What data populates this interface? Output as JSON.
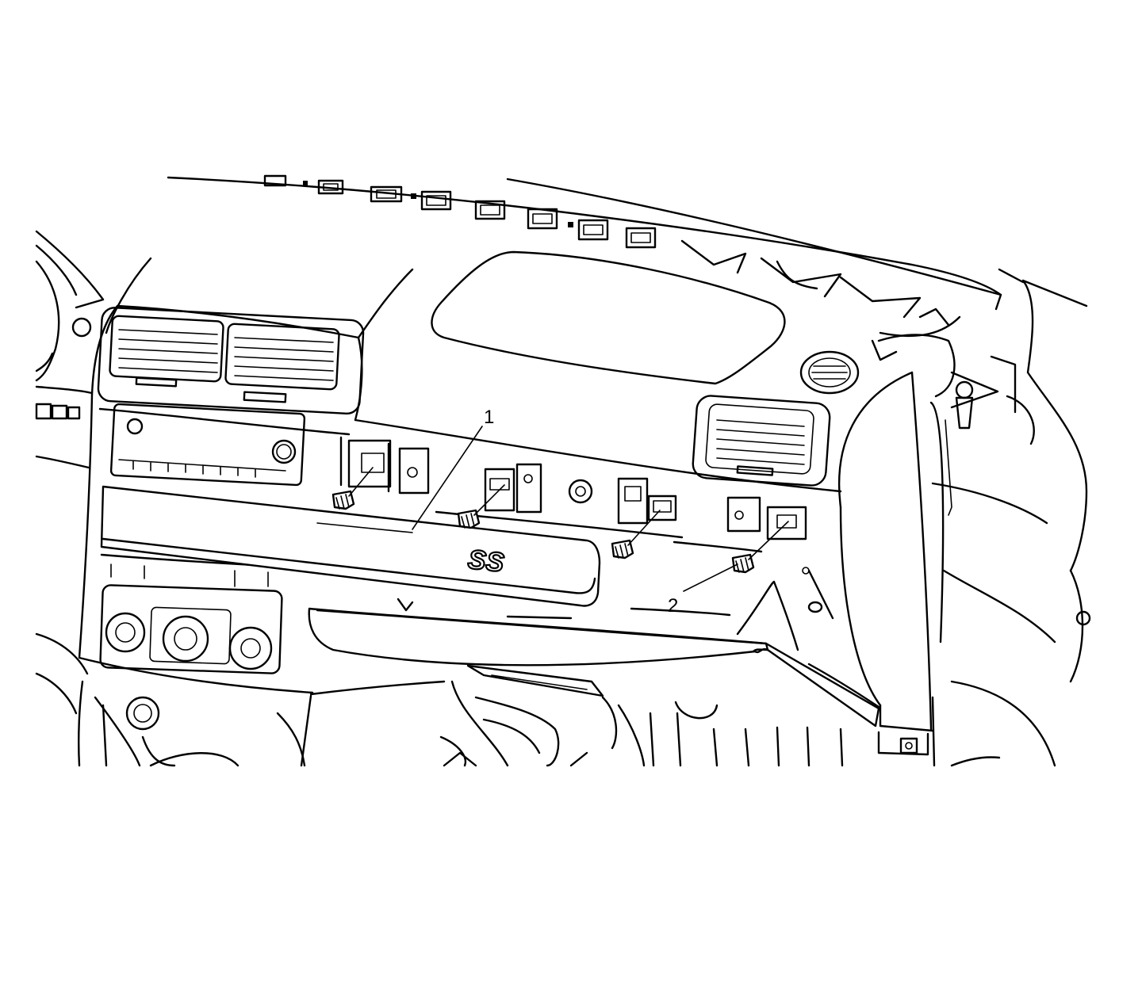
{
  "callouts": [
    {
      "id": "1",
      "label": "1",
      "part": "dash-trim-panel"
    },
    {
      "id": "2",
      "label": "2",
      "part": "retainer-clips"
    }
  ],
  "badge": {
    "text": "SS"
  },
  "icons": [
    "fastener-clip-icon",
    "push-pin-icon",
    "hvac-knob-icon"
  ]
}
